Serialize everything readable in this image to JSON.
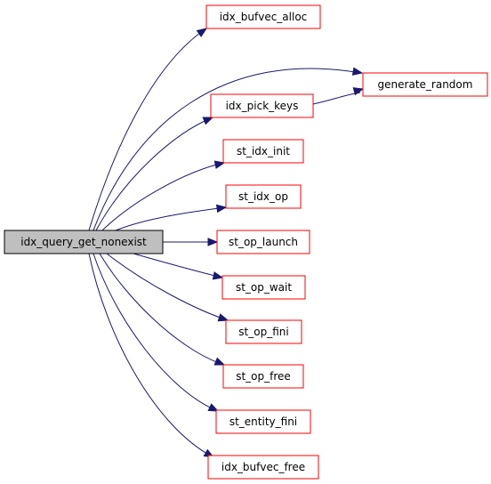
{
  "root": {
    "label": "idx_query_get_nonexist",
    "fill": "#bfbfbf",
    "stroke": "#000000"
  },
  "callees": [
    {
      "id": "idx_bufvec_alloc",
      "label": "idx_bufvec_alloc"
    },
    {
      "id": "generate_random",
      "label": "generate_random"
    },
    {
      "id": "idx_pick_keys",
      "label": "idx_pick_keys"
    },
    {
      "id": "st_idx_init",
      "label": "st_idx_init"
    },
    {
      "id": "st_idx_op",
      "label": "st_idx_op"
    },
    {
      "id": "st_op_launch",
      "label": "st_op_launch"
    },
    {
      "id": "st_op_wait",
      "label": "st_op_wait"
    },
    {
      "id": "st_op_fini",
      "label": "st_op_fini"
    },
    {
      "id": "st_op_free",
      "label": "st_op_free"
    },
    {
      "id": "st_entity_fini",
      "label": "st_entity_fini"
    },
    {
      "id": "idx_bufvec_free",
      "label": "idx_bufvec_free"
    }
  ],
  "edges": [
    {
      "from": "idx_query_get_nonexist",
      "to": "idx_bufvec_alloc"
    },
    {
      "from": "idx_query_get_nonexist",
      "to": "generate_random"
    },
    {
      "from": "idx_query_get_nonexist",
      "to": "idx_pick_keys"
    },
    {
      "from": "idx_query_get_nonexist",
      "to": "st_idx_init"
    },
    {
      "from": "idx_query_get_nonexist",
      "to": "st_idx_op"
    },
    {
      "from": "idx_query_get_nonexist",
      "to": "st_op_launch"
    },
    {
      "from": "idx_query_get_nonexist",
      "to": "st_op_wait"
    },
    {
      "from": "idx_query_get_nonexist",
      "to": "st_op_fini"
    },
    {
      "from": "idx_query_get_nonexist",
      "to": "st_op_free"
    },
    {
      "from": "idx_query_get_nonexist",
      "to": "st_entity_fini"
    },
    {
      "from": "idx_query_get_nonexist",
      "to": "idx_bufvec_free"
    },
    {
      "from": "idx_pick_keys",
      "to": "generate_random"
    }
  ],
  "colors": {
    "node_border": "#ff0000",
    "node_fill": "#ffffff",
    "edge": "#191970"
  }
}
